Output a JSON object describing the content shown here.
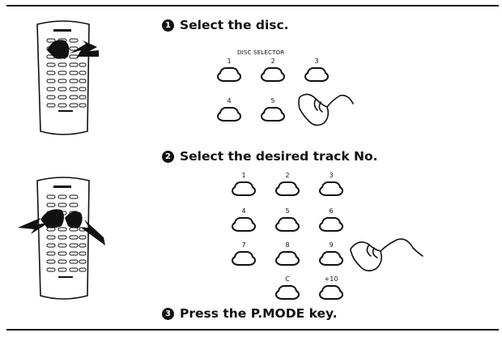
{
  "steps": [
    {
      "number": "1",
      "text": "Select the disc."
    },
    {
      "number": "2",
      "text": "Select the desired track No."
    },
    {
      "number": "3",
      "text": "Press the P.MODE key."
    }
  ],
  "disc_selector": {
    "caption": "DISC SELECTOR",
    "buttons": [
      "1",
      "2",
      "3",
      "4",
      "5"
    ]
  },
  "keypad": {
    "buttons": [
      "1",
      "2",
      "3",
      "4",
      "5",
      "6",
      "7",
      "8",
      "9",
      "C",
      "+10"
    ]
  }
}
